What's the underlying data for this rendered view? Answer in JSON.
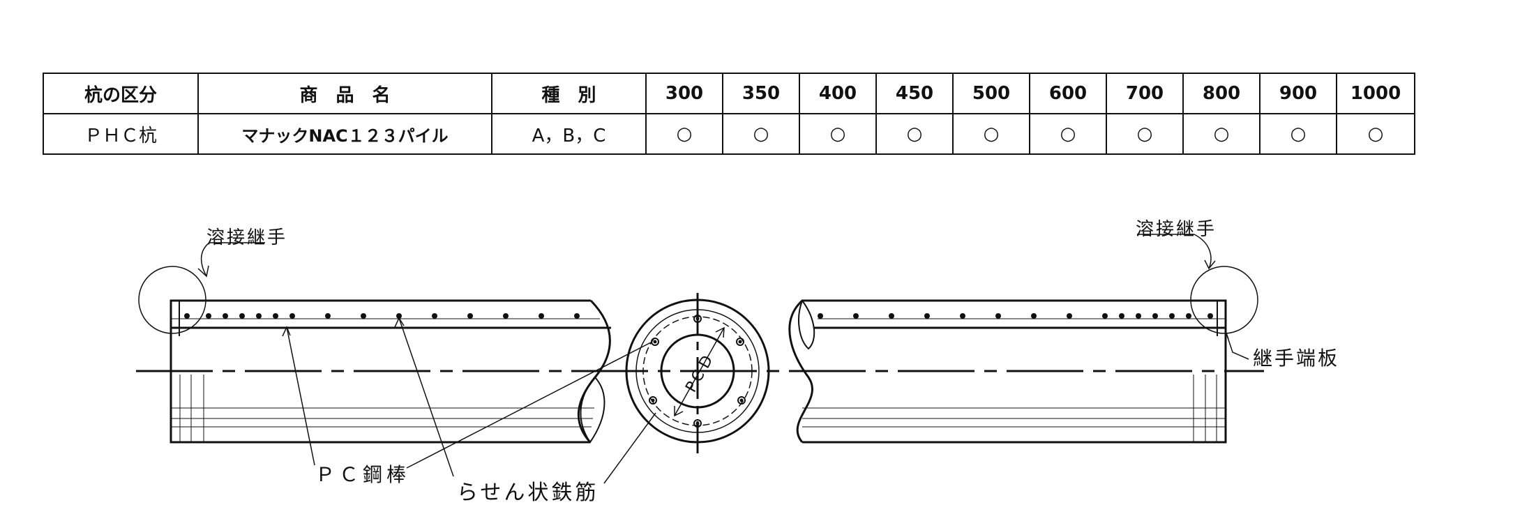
{
  "table": {
    "headers": [
      "杭の区分",
      "商　品　名",
      "種　別",
      "300",
      "350",
      "400",
      "450",
      "500",
      "600",
      "700",
      "800",
      "900",
      "1000"
    ],
    "row": [
      "ＰＨＣ杭",
      "マナックNAC１２３パイル",
      "A，B，C",
      "○",
      "○",
      "○",
      "○",
      "○",
      "○",
      "○",
      "○",
      "○",
      "○"
    ]
  },
  "labels": {
    "weld_joint_left": "溶接継手",
    "weld_joint_right": "溶接継手",
    "joint_end_plate": "継手端板",
    "pc_steel_bar": "ＰＣ鋼棒",
    "spiral_rebar": "らせん状鉄筋",
    "pcd": "P.C.D"
  }
}
